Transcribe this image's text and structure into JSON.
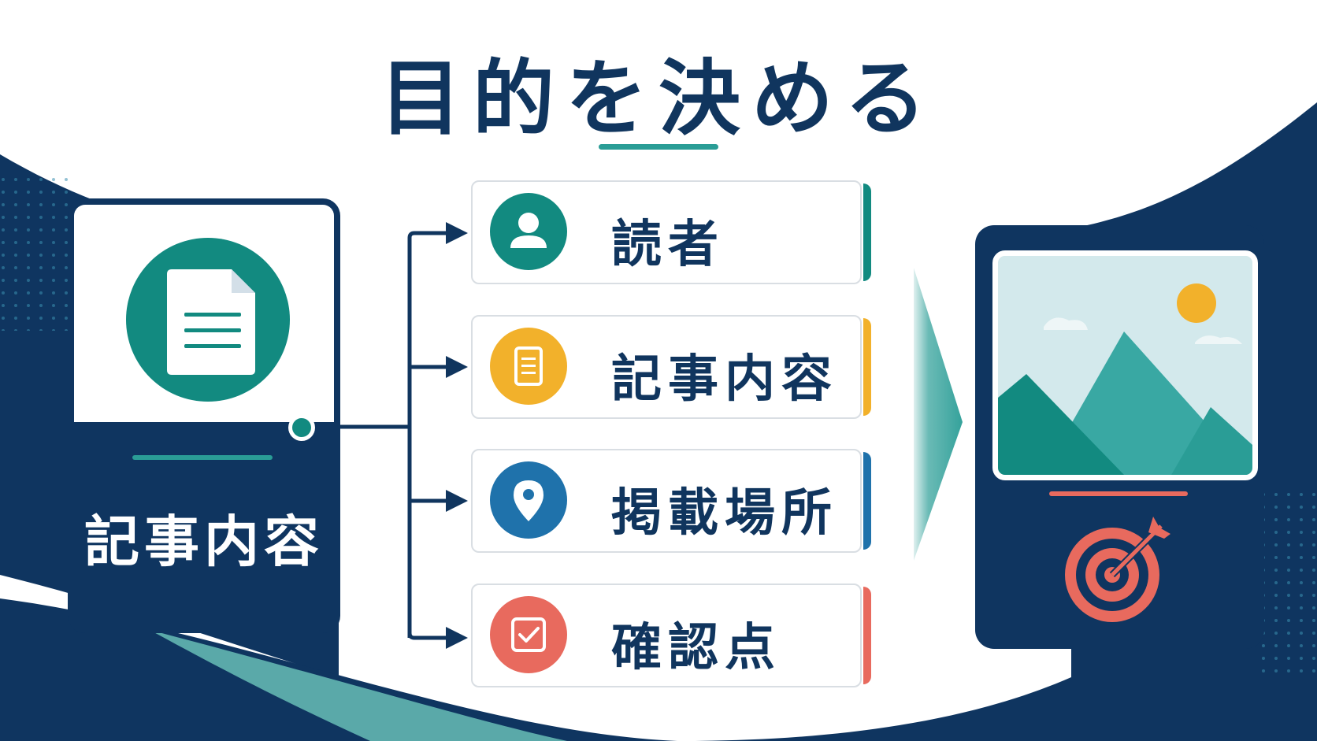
{
  "title": "目的を決める",
  "source_card": {
    "label": "記事内容",
    "icon": "document-icon"
  },
  "items": [
    {
      "label": "読者",
      "icon": "user-icon",
      "color": "#128a80"
    },
    {
      "label": "記事内容",
      "icon": "document-icon",
      "color": "#f2b12b"
    },
    {
      "label": "掲載場所",
      "icon": "location-pin-icon",
      "color": "#1f72ab"
    },
    {
      "label": "確認点",
      "icon": "checkbox-icon",
      "color": "#e86a5e"
    }
  ],
  "result_card": {
    "image_icon": "landscape-image-icon",
    "goal_icon": "target-arrow-icon"
  },
  "colors": {
    "navy": "#0f3560",
    "teal": "#2a9d96",
    "coral": "#e86a5e"
  }
}
